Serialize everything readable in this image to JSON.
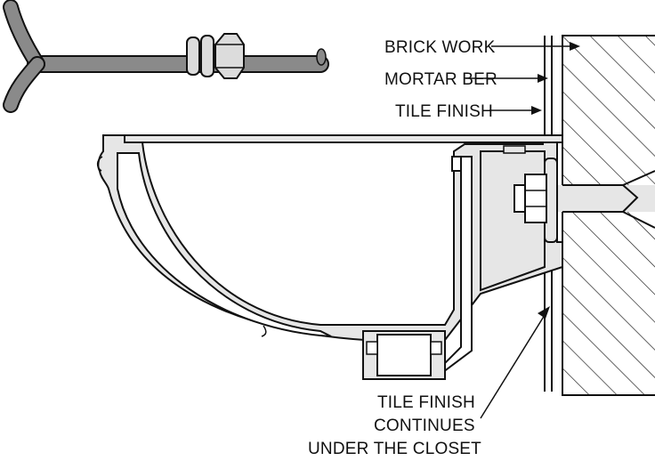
{
  "labels": {
    "brick_work": "BRICK WORK",
    "mortar_bed": "MORTAR BER",
    "tile_finish_top": "TILE FINISH",
    "tile_finish_bottom_line1": "TILE FINISH",
    "tile_finish_bottom_line2": "CONTINUES",
    "tile_finish_bottom_line3": "UNDER THE CLOSET"
  },
  "colors": {
    "fill": "#e6e6e6",
    "pipe": "#8a8a8a",
    "stroke": "#111111"
  }
}
